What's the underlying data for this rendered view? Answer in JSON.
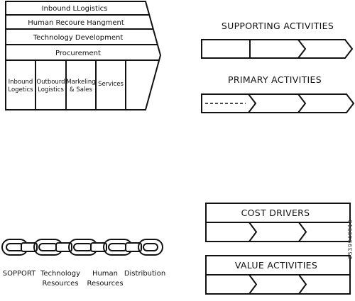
{
  "value_chain": {
    "support_rows": [
      "Inbound LLogistics",
      "Human Recoure Hangment",
      "Technology Development",
      "Procurement"
    ],
    "primary_cols": [
      [
        "Inbound",
        "Logetics"
      ],
      [
        "Outbourd",
        "Logistics"
      ],
      [
        "Markeling",
        "& Sales"
      ],
      [
        "Services"
      ]
    ]
  },
  "supporting": {
    "title": "SUPPORTING ACTIVITIES"
  },
  "primary": {
    "title": "PRIMARY ACTIVITIES"
  },
  "chain": {
    "labels": [
      [
        "SOPPORT"
      ],
      [
        "Technology",
        "Resources"
      ],
      [
        "Human",
        "Resources"
      ],
      [
        "Distribution"
      ]
    ]
  },
  "cost_drivers": {
    "title": "COST DRIVERS"
  },
  "value_activities": {
    "title": "VALUE ACTIVITIES"
  },
  "watermark": "2539949913",
  "colors": {
    "ink": "#111111",
    "background": "#ffffff"
  }
}
